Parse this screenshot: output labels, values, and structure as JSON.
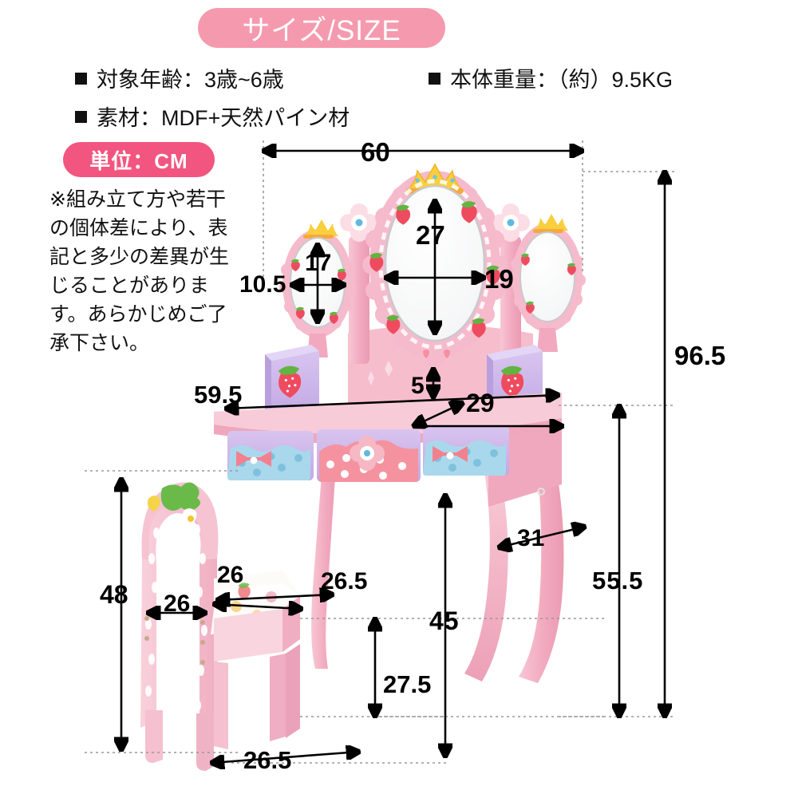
{
  "header": {
    "title": "サイズ/SIZE",
    "pill_color": "#f59aae",
    "text_color": "#ffffff"
  },
  "specs": [
    {
      "bullet": "■",
      "text": "対象年齢：3歳~6歳"
    },
    {
      "bullet": "■",
      "text": "本体重量：（約）9.5KG"
    },
    {
      "bullet": "■",
      "text": "素材：MDF+天然パイン材"
    }
  ],
  "unit_badge": {
    "label": "単位：CM",
    "pill_color": "#f2557f",
    "text_color": "#ffffff"
  },
  "note": "※組み立て方や若干の個体差により、表記と多少の差異が生じることがあります。あらかじめご了承下さい。",
  "chart_data": {
    "type": "diagram",
    "title": "サイズ/SIZE",
    "unit": "CM",
    "subject": "キッズドレッサー（鏡台）と椅子セット 寸法図",
    "measurements": [
      {
        "name": "mirror-total-width",
        "value": "60",
        "orientation": "horizontal",
        "part": "vanity-mirror"
      },
      {
        "name": "center-mirror-height",
        "value": "27",
        "orientation": "vertical",
        "part": "center-mirror"
      },
      {
        "name": "center-mirror-width",
        "value": "19",
        "orientation": "horizontal",
        "part": "center-mirror"
      },
      {
        "name": "side-mirror-height",
        "value": "17",
        "orientation": "vertical",
        "part": "side-mirror"
      },
      {
        "name": "side-mirror-width",
        "value": "10.5",
        "orientation": "horizontal",
        "part": "side-mirror"
      },
      {
        "name": "backboard-height",
        "value": "5",
        "orientation": "vertical",
        "part": "desk-backboard"
      },
      {
        "name": "desk-top-width",
        "value": "59.5",
        "orientation": "horizontal",
        "part": "desk-top"
      },
      {
        "name": "desk-top-depth",
        "value": "29",
        "orientation": "diagonal",
        "part": "desk-top"
      },
      {
        "name": "overall-height",
        "value": "96.5",
        "orientation": "vertical",
        "part": "vanity-overall"
      },
      {
        "name": "desk-height",
        "value": "55.5",
        "orientation": "vertical",
        "part": "desk"
      },
      {
        "name": "knee-clearance-height",
        "value": "45",
        "orientation": "vertical",
        "part": "desk-underside"
      },
      {
        "name": "leg-depth",
        "value": "31",
        "orientation": "horizontal",
        "part": "desk-leg"
      },
      {
        "name": "chair-total-height",
        "value": "48",
        "orientation": "vertical",
        "part": "chair"
      },
      {
        "name": "chair-back-width",
        "value": "26",
        "orientation": "horizontal",
        "part": "chair-back"
      },
      {
        "name": "chair-seat-depth",
        "value": "26",
        "orientation": "diagonal",
        "part": "chair-seat"
      },
      {
        "name": "chair-seat-width",
        "value": "26.5",
        "orientation": "horizontal",
        "part": "chair-seat"
      },
      {
        "name": "chair-seat-height",
        "value": "27.5",
        "orientation": "vertical",
        "part": "chair-seat"
      },
      {
        "name": "chair-base-width",
        "value": "26.5",
        "orientation": "horizontal",
        "part": "chair-base"
      }
    ],
    "colors": {
      "body_pink": "#f4b6c8",
      "body_pink_dark": "#ee9cb4",
      "accent_pink": "#f59aae",
      "badge_pink": "#f2557f",
      "tabletop_cream": "#f4e3cf",
      "drawer_purple": "#cdb7e8",
      "drawer_blue": "#a9d8ec",
      "drawer_pink": "#f4939f",
      "strawberry_red": "#ef4b5f",
      "leaf_green": "#6aba4a",
      "crown_yellow": "#f7cf3a",
      "dimension_line": "#000000"
    }
  },
  "dims": {
    "d60": "60",
    "d27": "27",
    "d19": "19",
    "d17": "17",
    "d105": "10.5",
    "d5": "5",
    "d595": "59.5",
    "d29": "29",
    "d965": "96.5",
    "d555": "55.5",
    "d45": "45",
    "d31": "31",
    "d48": "48",
    "d26a": "26",
    "d26b": "26",
    "d265a": "26.5",
    "d275": "27.5",
    "d265b": "26.5"
  }
}
